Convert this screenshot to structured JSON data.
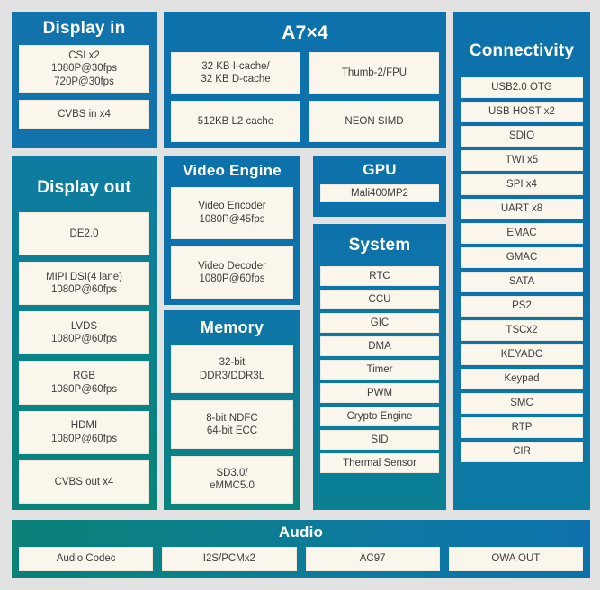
{
  "colors": {
    "background": "#e2e2e2",
    "panel_blue": "#0d72ab",
    "panel_teal": "#0a8079",
    "chip_fill": "#faf6ec",
    "chip_text": "#3c3c3c",
    "title_text": "#ffffff"
  },
  "panels": {
    "display_in": {
      "title": "Display in",
      "items": [
        "CSI x2\n1080P@30fps\n720P@30fps",
        "CVBS in x4"
      ]
    },
    "a7": {
      "title": "A7×4",
      "items": [
        "32 KB I-cache/\n32 KB D-cache",
        "Thumb-2/FPU",
        "512KB L2 cache",
        "NEON SIMD"
      ]
    },
    "connectivity": {
      "title": "Connectivity",
      "items": [
        "USB2.0 OTG",
        "USB HOST x2",
        "SDIO",
        "TWI x5",
        "SPI x4",
        "UART x8",
        "EMAC",
        "GMAC",
        "SATA",
        "PS2",
        "TSCx2",
        "KEYADC",
        "Keypad",
        "SMC",
        "RTP",
        "CIR"
      ]
    },
    "display_out": {
      "title": "Display out",
      "items": [
        "DE2.0",
        "MIPI DSI(4 lane)\n1080P@60fps",
        "LVDS\n1080P@60fps",
        "RGB\n1080P@60fps",
        "HDMI\n1080P@60fps",
        "CVBS out x4"
      ]
    },
    "video_engine": {
      "title": "Video Engine",
      "items": [
        "Video Encoder\n1080P@45fps",
        "Video Decoder\n1080P@60fps"
      ]
    },
    "memory": {
      "title": "Memory",
      "items": [
        "32-bit\nDDR3/DDR3L",
        "8-bit NDFC\n64-bit ECC",
        "SD3.0/\neMMC5.0"
      ]
    },
    "gpu": {
      "title": "GPU",
      "items": [
        "Mali400MP2"
      ]
    },
    "system": {
      "title": "System",
      "items": [
        "RTC",
        "CCU",
        "GIC",
        "DMA",
        "Timer",
        "PWM",
        "Crypto Engine",
        "SID",
        "Thermal Sensor"
      ]
    },
    "audio": {
      "title": "Audio",
      "items": [
        "Audio Codec",
        "I2S/PCMx2",
        "AC97",
        "OWA OUT"
      ]
    }
  }
}
